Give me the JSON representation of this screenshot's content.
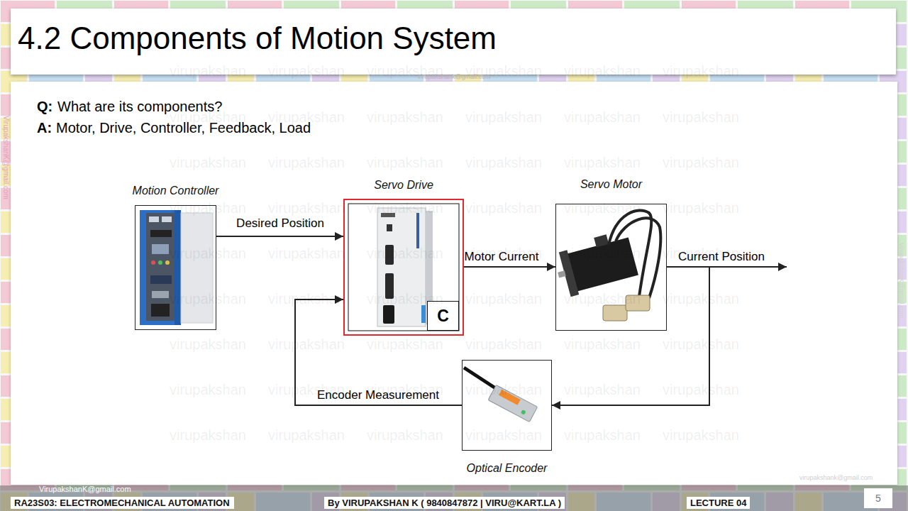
{
  "diagram": {
    "title": "4.2 Components of Motion System",
    "nodes": [
      {
        "text": [
          "Motion Controller"
        ]
      },
      {
        "text": [
          "Servo Drive"
        ]
      },
      {
        "text": [
          "C"
        ],
        "in": 1
      },
      {
        "text": [
          "Servo Motor"
        ]
      },
      {
        "text": [
          "Optical Encoder"
        ]
      }
    ],
    "edges": [
      {
        "from": 0,
        "to": 1,
        "label": "Desired Position",
        "arrow": "to"
      },
      {
        "from": 1,
        "to": 3,
        "label": "Motor Current",
        "arrow": "to"
      },
      {
        "from": 3,
        "to": 4,
        "label": "Current Position",
        "arrow": "to"
      },
      {
        "from": 4,
        "to": 1,
        "label": "Encoder Measurement",
        "arrow": "to"
      }
    ],
    "labels": [
      "Q:",
      "What are its components?",
      "A:",
      "Motor, Drive, Controller, Feedback, Load",
      "virupakshan",
      "virupakshan",
      "virupakshan",
      "virupakshan",
      "virupakshan",
      "virupakshan",
      "virupakshan",
      "virupakshan",
      "virupakshan",
      "virupakshan",
      "virupakshan",
      "virupakshan",
      "virupakshan",
      "virupakshan",
      "virupakshan",
      "virupakshan",
      "virupakshan",
      "virupakshan",
      "virupakshan",
      "virupakshan",
      "virupakshan",
      "virupakshan",
      "virupakshan",
      "virupakshan",
      "virupakshan",
      "virupakshan",
      "virupakshan",
      "virupakshan",
      "virupakshan",
      "virupakshan",
      "virupakshan",
      "virupakshan",
      "virupakshan",
      "virupakshan",
      "virupakshan",
      "virupakshan",
      "virupakshan",
      "virupakshan",
      "virupakshan",
      "virupakshan",
      "virupakshan",
      "virupakshan",
      "virupakshan",
      "virupakshan",
      "virupakshan",
      "virupakshan",
      "virupakshan",
      "virupakshan",
      "virupakshan",
      "virupakshan",
      "virupakshan",
      "virupakshan",
      "virupakshan",
      "virupakshan",
      "virupakshank@gmail.com",
      "VirupakshanK@gmail.com",
      "VirupakshanK@gmail.com",
      "VirupakshanK@gmail.com",
      "virupakshank@gmail.com",
      "RA23S03: ELECTROMECHANICAL AUTOMATION",
      "By VIRUPAKSHAN K ( 9840847872 | VIRU@KART.LA )",
      "LECTURE 04",
      "5"
    ]
  }
}
